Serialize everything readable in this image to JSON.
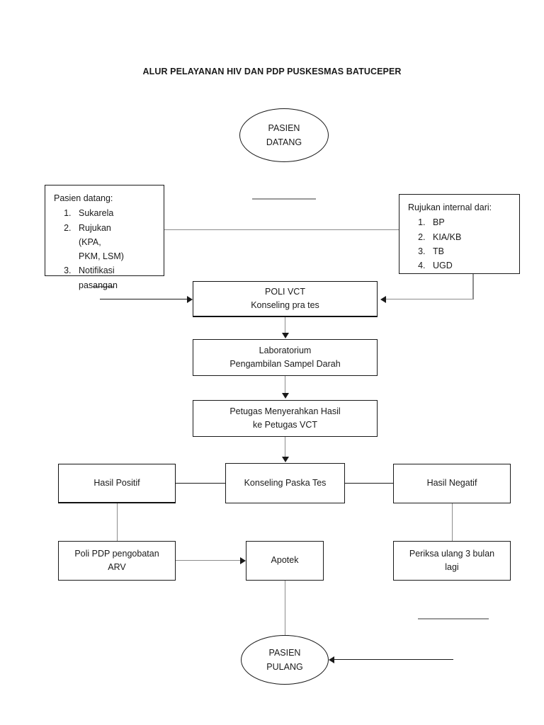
{
  "document": {
    "title": "ALUR PELAYANAN HIV DAN PDP PUSKESMAS BATUCEPER"
  },
  "flow": {
    "start": {
      "line1": "PASIEN",
      "line2": "DATANG"
    },
    "source_left": {
      "heading": "Pasien datang:",
      "items": [
        "Sukarela",
        "Rujukan",
        "Notifikasi"
      ],
      "item2_tail": "(KPA,",
      "item2_sub": "PKM, LSM)",
      "item3_sub": "pasangan"
    },
    "source_right": {
      "heading": "Rujukan internal dari:",
      "items": [
        "BP",
        "KIA/KB",
        "TB",
        "UGD"
      ]
    },
    "poli_vct": {
      "line1": "POLI VCT",
      "line2": "Konseling pra tes"
    },
    "lab": {
      "line1": "Laboratorium",
      "line2": "Pengambilan Sampel Darah"
    },
    "handover": {
      "line1": "Petugas Menyerahkan Hasil",
      "line2": "ke Petugas VCT"
    },
    "positive": {
      "label": "Hasil Positif"
    },
    "post_counseling": {
      "label": "Konseling Paska Tes"
    },
    "negative": {
      "label": "Hasil Negatif"
    },
    "pdp": {
      "line1": "Poli PDP pengobatan",
      "line2": "ARV"
    },
    "pharmacy": {
      "label": "Apotek"
    },
    "recheck": {
      "line1": "Periksa ulang 3 bulan",
      "line2": "lagi"
    },
    "end": {
      "line1": "PASIEN",
      "line2": "PULANG"
    }
  },
  "colors": {
    "ink": "#1a1a1a",
    "connector": "#8c8c8c",
    "background": "#ffffff"
  }
}
